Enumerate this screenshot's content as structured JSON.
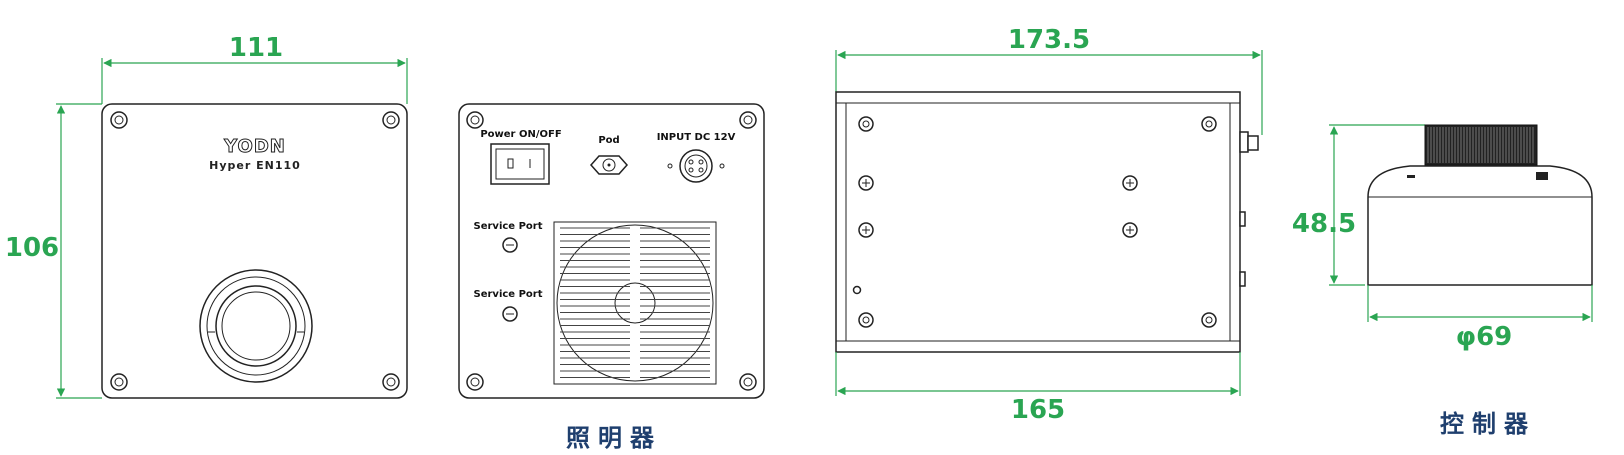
{
  "colors": {
    "dimension": "#2aa552",
    "caption": "#1f3f6e",
    "outline": "#222222"
  },
  "front_view": {
    "width_dim": "111",
    "height_dim": "106",
    "brand": "YODN",
    "model": "Hyper EN110"
  },
  "back_view": {
    "power_label": "Power ON/OFF",
    "pod_label": "Pod",
    "input_label": "INPUT DC 12V",
    "service_port_1": "Service Port",
    "service_port_2": "Service Port",
    "caption": "照明器"
  },
  "side_view": {
    "top_dim": "173.5",
    "bottom_dim": "165"
  },
  "controller_view": {
    "height_dim": "48.5",
    "diameter_dim": "φ69",
    "caption": "控制器"
  }
}
